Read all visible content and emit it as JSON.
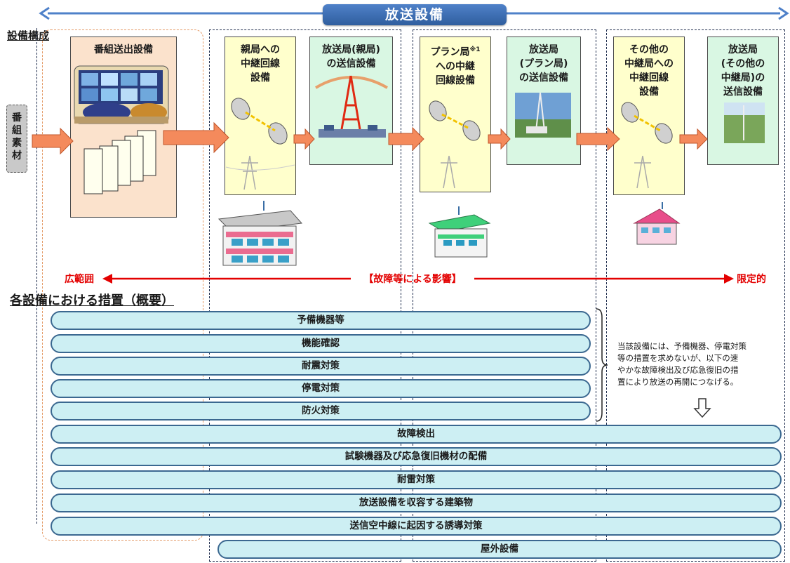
{
  "header": {
    "title": "放送設備"
  },
  "section_titles": {
    "config": "設備構成",
    "measures": "各設備における措置（概要）"
  },
  "source_box": "番\n組\n素\n材",
  "panels": {
    "program": "番組送出設備",
    "parent_relay": "親局への\n中継回線\n設備",
    "parent_tx": "放送局(親局)\nの送信設備",
    "plan_relay_main": "プラン局",
    "plan_relay_sup": "※1",
    "plan_relay_rest": "への中継\n回線設備",
    "plan_tx": "放送局\n(プラン局)\nの送信設備",
    "other_relay": "その他の\n中継局への\n中継回線\n設備",
    "other_tx": "放送局\n(その他の\n中継局)の\n送信設備"
  },
  "impact": {
    "left": "広範囲",
    "center": "【故障等による影響】",
    "right": "限定的"
  },
  "note": "当該設備には、予備機器、停電対策\n等の措置を求めないが、以下の速\nやかな故障検出及び応急復旧の措\n置により放送の再開につなげる。",
  "measures": [
    "予備機器等",
    "機能確認",
    "耐震対策",
    "停電対策",
    "防火対策",
    "故障検出",
    "試験機器及び応急復旧機材の配備",
    "耐雷対策",
    "放送設備を収容する建築物",
    "送信空中線に起因する誘導対策",
    "屋外設備"
  ],
  "colors": {
    "title_bg": "#2f5e9e",
    "arrow_fill": "#f48a5c",
    "impact_red": "#e30000",
    "bar_fill": "#cdeff3",
    "panel_yellow": "#ffffcc",
    "panel_green": "#d9f7e3",
    "panel_peach": "#fbe2cc"
  }
}
